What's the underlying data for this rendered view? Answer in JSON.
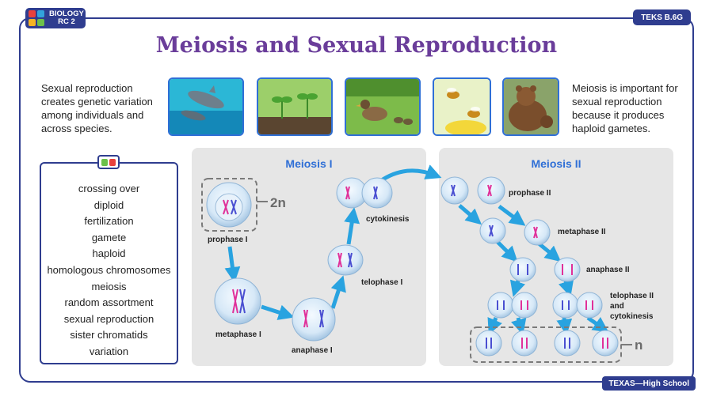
{
  "header": {
    "badge_line1": "BIOLOGY",
    "badge_line2": "RC 2",
    "teks": "TEKS B.6G",
    "title": "Meiosis and Sexual Reproduction"
  },
  "intro": {
    "left": "Sexual reproduction creates genetic variation among individuals and across species.",
    "right": "Meiosis is important for sexual reproduction because it produces haploid gametes."
  },
  "photos": [
    "dolphin-photo",
    "seedling-photo",
    "duck-photo",
    "bee-photo",
    "bear-photo"
  ],
  "vocabulary": [
    "crossing over",
    "diploid",
    "fertilization",
    "gamete",
    "haploid",
    "homologous chromosomes",
    "meiosis",
    "random assortment",
    "sexual reproduction",
    "sister chromatids",
    "variation"
  ],
  "diagram": {
    "meiosis1_title": "Meiosis I",
    "meiosis2_title": "Meiosis II",
    "stages1": {
      "prophase": "prophase I",
      "metaphase": "metaphase I",
      "anaphase": "anaphase I",
      "telophase": "telophase I",
      "cytokinesis": "cytokinesis"
    },
    "stages2": {
      "prophase": "prophase II",
      "metaphase": "metaphase II",
      "anaphase": "anaphase II",
      "telophase_1": "telophase II",
      "telophase_2": "and",
      "telophase_3": "cytokinesis"
    },
    "diploid_label": "2n",
    "haploid_label": "n"
  },
  "footer": "TEXAS—High School",
  "colors": {
    "navy": "#2f3d8f",
    "title_purple": "#6a3d9a",
    "accent_blue": "#2f6fd6",
    "arrow_blue": "#29a3e0"
  }
}
